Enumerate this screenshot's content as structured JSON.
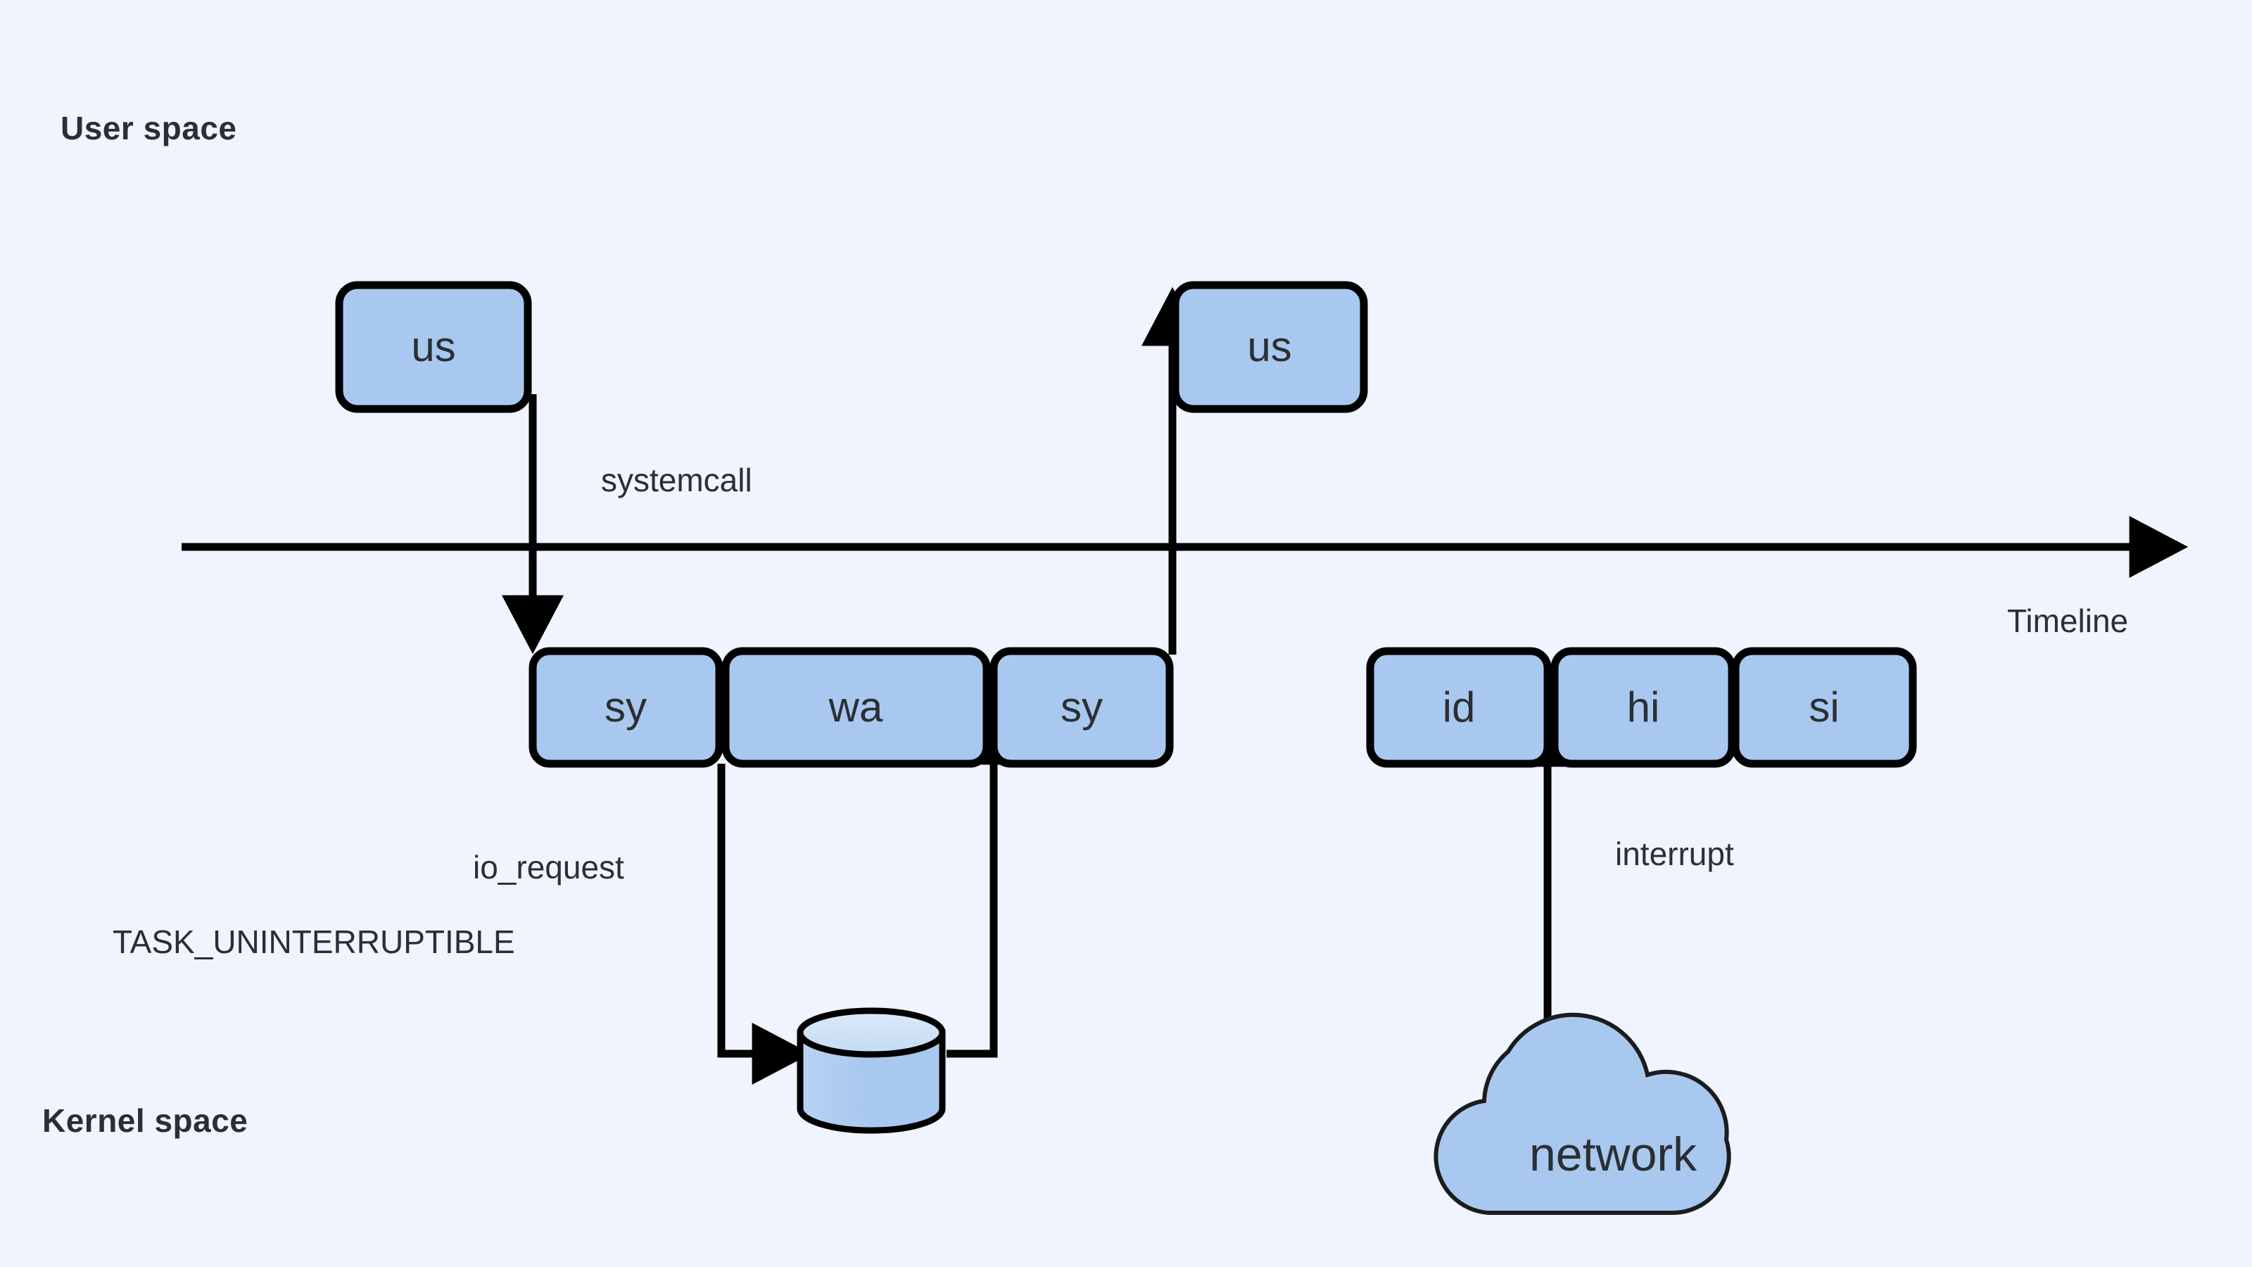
{
  "diagram": {
    "background_color": "#f0f4fe",
    "node_fill": "#a9c8ef",
    "node_stroke": "#000000",
    "text_color": "#2b2f33",
    "regions": {
      "user_space_label": "User space",
      "kernel_space_label": "Kernel space"
    },
    "timeline": {
      "label": "Timeline"
    },
    "user_nodes": [
      {
        "id": "us-left",
        "label": "us"
      },
      {
        "id": "us-right",
        "label": "us"
      }
    ],
    "kernel_nodes_left": [
      {
        "id": "sy-1",
        "label": "sy"
      },
      {
        "id": "wa",
        "label": "wa"
      },
      {
        "id": "sy-2",
        "label": "sy"
      }
    ],
    "kernel_nodes_right": [
      {
        "id": "id",
        "label": "id"
      },
      {
        "id": "hi",
        "label": "hi"
      },
      {
        "id": "si",
        "label": "si"
      }
    ],
    "storage_node": {
      "id": "disk",
      "label": "",
      "shape": "cylinder"
    },
    "cloud_node": {
      "id": "network",
      "label": "network",
      "shape": "cloud"
    },
    "edge_labels": [
      {
        "id": "systemcall",
        "text": "systemcall"
      },
      {
        "id": "io_request",
        "text": "io_request"
      },
      {
        "id": "task_state",
        "text": "TASK_UNINTERRUPTIBLE"
      },
      {
        "id": "interrupt",
        "text": "interrupt"
      }
    ]
  }
}
